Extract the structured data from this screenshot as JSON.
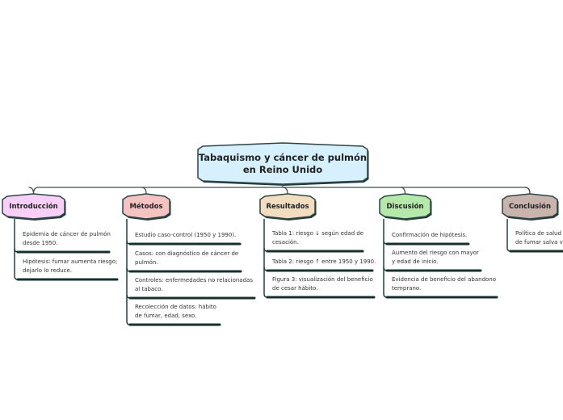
{
  "central": {
    "title": "Tabaquismo y cáncer de pulmón en Reino Unido",
    "color": "#d6f1fd"
  },
  "branches": [
    {
      "label": "Introducción",
      "color": "#f8cff8",
      "items": [
        "Epidemia de cáncer de pulmón\ndesde 1950.",
        "Hipótesis: fumar aumenta riesgo;\ndejarlo lo reduce."
      ]
    },
    {
      "label": "Métodos",
      "color": "#f5c4c2",
      "items": [
        "Estudio caso-control (1950 y 1990).",
        "Casos: con diagnóstico de cáncer de\npulmón.",
        "Controles: enfermedades no relacionadas\nal tabaco.",
        "Recolección de datos: hábito\nde fumar, edad, sexo."
      ]
    },
    {
      "label": "Resultados",
      "color": "#f3ddc0",
      "items": [
        "Tabla 1: riesgo ↓ según edad de\ncesación.",
        "Tabla 2: riesgo ↑ entre 1950 y 1990.",
        "Figura 3: visualización del beneficio\nde cesar hábito."
      ]
    },
    {
      "label": "Discusión",
      "color": "#b5e8aa",
      "items": [
        "Confirmación de hipótesis.",
        "Aumento del riesgo con mayor\ny edad de inicio.",
        "Evidencia de beneficio del abandono\ntemprano."
      ]
    },
    {
      "label": "Conclusión",
      "color": "#c9b3ad",
      "items": [
        "Política de salud pública: dejar\nde fumar salva vidas."
      ]
    }
  ]
}
